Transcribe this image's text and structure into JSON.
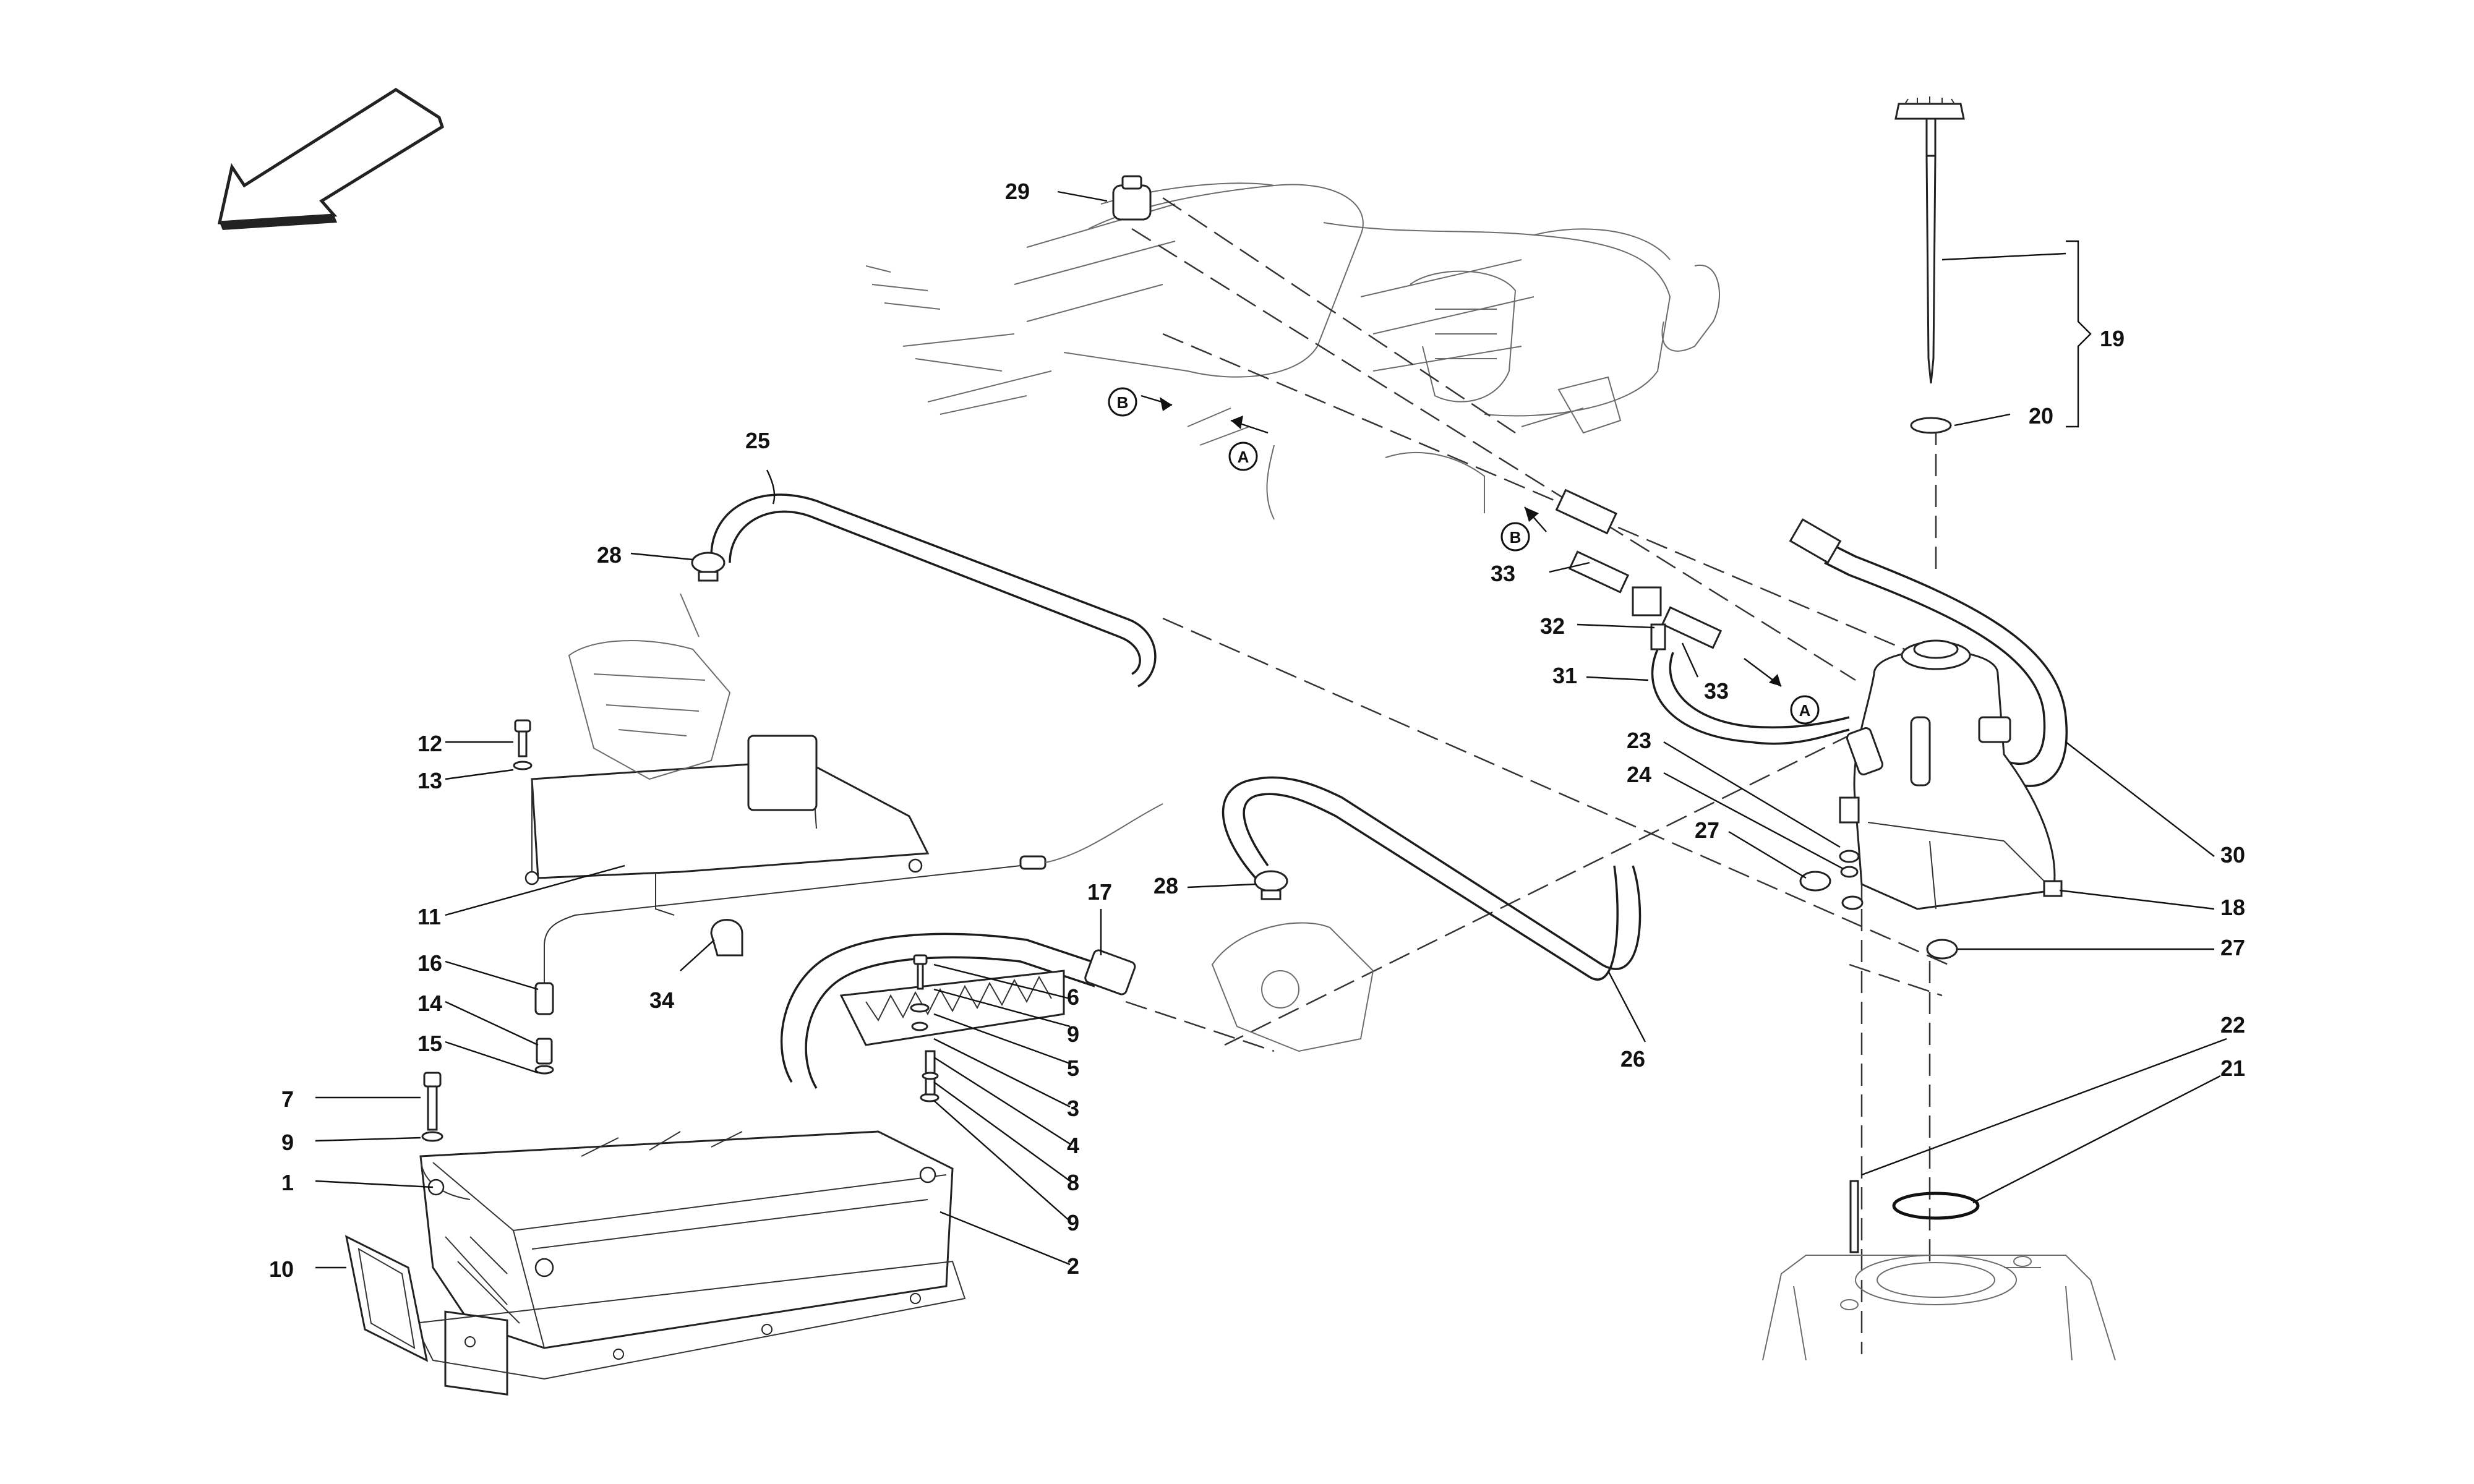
{
  "callouts": {
    "c1": "1",
    "c2": "2",
    "c3": "3",
    "c4": "4",
    "c5": "5",
    "c6": "6",
    "c7": "7",
    "c8": "8",
    "c9a": "9",
    "c9b": "9",
    "c9c": "9",
    "c10": "10",
    "c11": "11",
    "c12": "12",
    "c13": "13",
    "c14": "14",
    "c15": "15",
    "c16": "16",
    "c17": "17",
    "c18": "18",
    "c19": "19",
    "c20": "20",
    "c21": "21",
    "c22": "22",
    "c23": "23",
    "c24": "24",
    "c25": "25",
    "c26": "26",
    "c27a": "27",
    "c27b": "27",
    "c28a": "28",
    "c28b": "28",
    "c29": "29",
    "c30": "30",
    "c31": "31",
    "c32": "32",
    "c33a": "33",
    "c33b": "33",
    "c34": "34"
  },
  "flow_markers": {
    "A1": "A",
    "A2": "A",
    "B1": "B",
    "B2": "B"
  }
}
